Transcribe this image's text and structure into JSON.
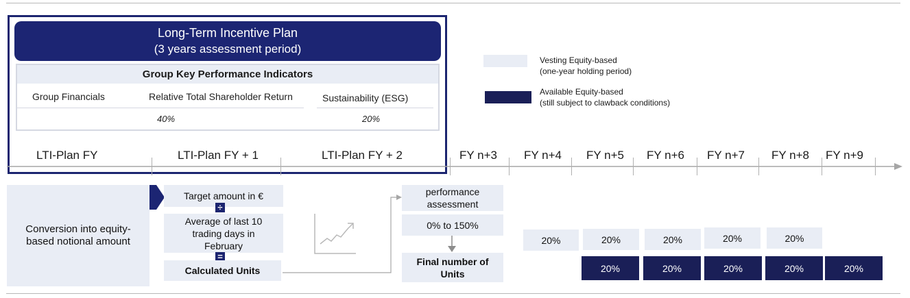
{
  "header": {
    "title_line1": "Long-Term Incentive Plan",
    "title_line2": "(3 years assessment period)"
  },
  "kpi": {
    "title": "Group Key Performance Indicators",
    "items": [
      {
        "label": "Group Financials"
      },
      {
        "label": "Relative Total Shareholder Return",
        "weight": "40%"
      },
      {
        "label": "Sustainability (ESG)",
        "weight": "20%"
      }
    ]
  },
  "legend": {
    "vesting": {
      "line1": "Vesting Equity-based",
      "line2": "(one-year holding period)",
      "color": "#e9edf5"
    },
    "available": {
      "line1": "Available Equity-based",
      "line2": "(still subject to clawback conditions)",
      "color": "#1a1f57"
    }
  },
  "timeline": [
    "LTI-Plan FY",
    "LTI-Plan FY + 1",
    "LTI-Plan FY + 2",
    "FY n+3",
    "FY n+4",
    "FY n+5",
    "FY n+6",
    "FY n+7",
    "FY n+8",
    "FY n+9"
  ],
  "conversion": {
    "label": "Conversion into equity-based notional amount",
    "target": "Target amount in €",
    "divide_symbol": "÷",
    "average": "Average of last 10 trading days in February",
    "equals_symbol": "=",
    "calculated": "Calculated Units"
  },
  "performance": {
    "label": "performance assessment",
    "range": "0% to 150%",
    "final": "Final number of Units"
  },
  "vesting_row": [
    "20%",
    "20%",
    "20%",
    "20%",
    "20%"
  ],
  "available_row": [
    "20%",
    "20%",
    "20%",
    "20%",
    "20%"
  ],
  "colors": {
    "navy": "#1c2573",
    "light": "#e9edf5",
    "dark": "#1a1f57"
  }
}
